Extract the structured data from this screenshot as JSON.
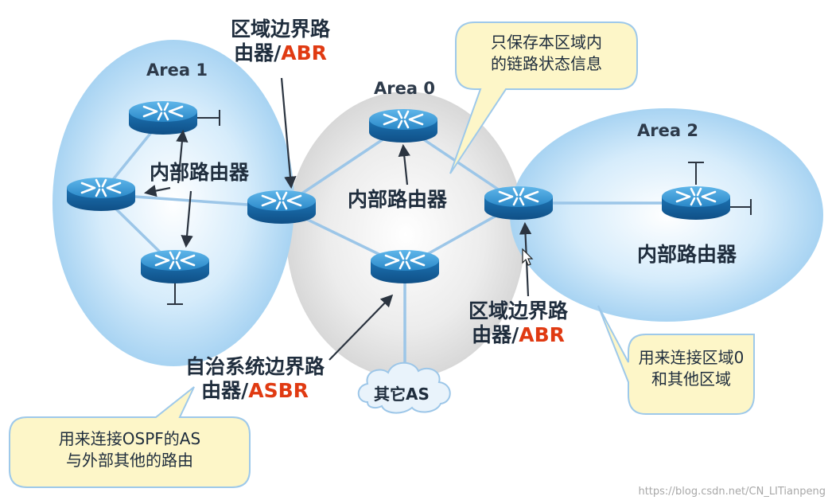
{
  "areas": {
    "area1": "Area 1",
    "area0": "Area 0",
    "area2": "Area 2"
  },
  "labels": {
    "abr_top_line1": "区域边界路",
    "abr_top_line2_prefix": "由器/",
    "abr_top_line2_abbr": "ABR",
    "internal_area1": "内部路由器",
    "internal_area0": "内部路由器",
    "internal_area2": "内部路由器",
    "abr_right_line1": "区域边界路",
    "abr_right_line2_prefix": "由器/",
    "abr_right_line2_abbr": "ABR",
    "asbr_line1": "自治系统边界路",
    "asbr_line2_prefix": "由器/",
    "asbr_line2_abbr": "ASBR",
    "other_as": "其它AS"
  },
  "notes": {
    "top_line1": "只保存本区域内",
    "top_line2": "的链路状态信息",
    "right_line1": "用来连接区域0",
    "right_line2": "和其他区域",
    "bottom_line1": "用来连接OSPF的AS",
    "bottom_line2": "与外部其他的路由"
  },
  "watermark": "https://blog.csdn.net/CN_LITianpeng",
  "icons": [
    "router-icon",
    "cloud-icon",
    "arrow-icon",
    "cursor-icon"
  ],
  "colors": {
    "accent": "#e03a12",
    "text": "#1f2d3d",
    "area_blue": "#a8d4f2",
    "area_gray": "#e2e2e2",
    "note_fill": "#fdf6c8",
    "note_border": "#9ec9ea",
    "link": "#9cc6e8",
    "router": "#1b7fc4"
  }
}
